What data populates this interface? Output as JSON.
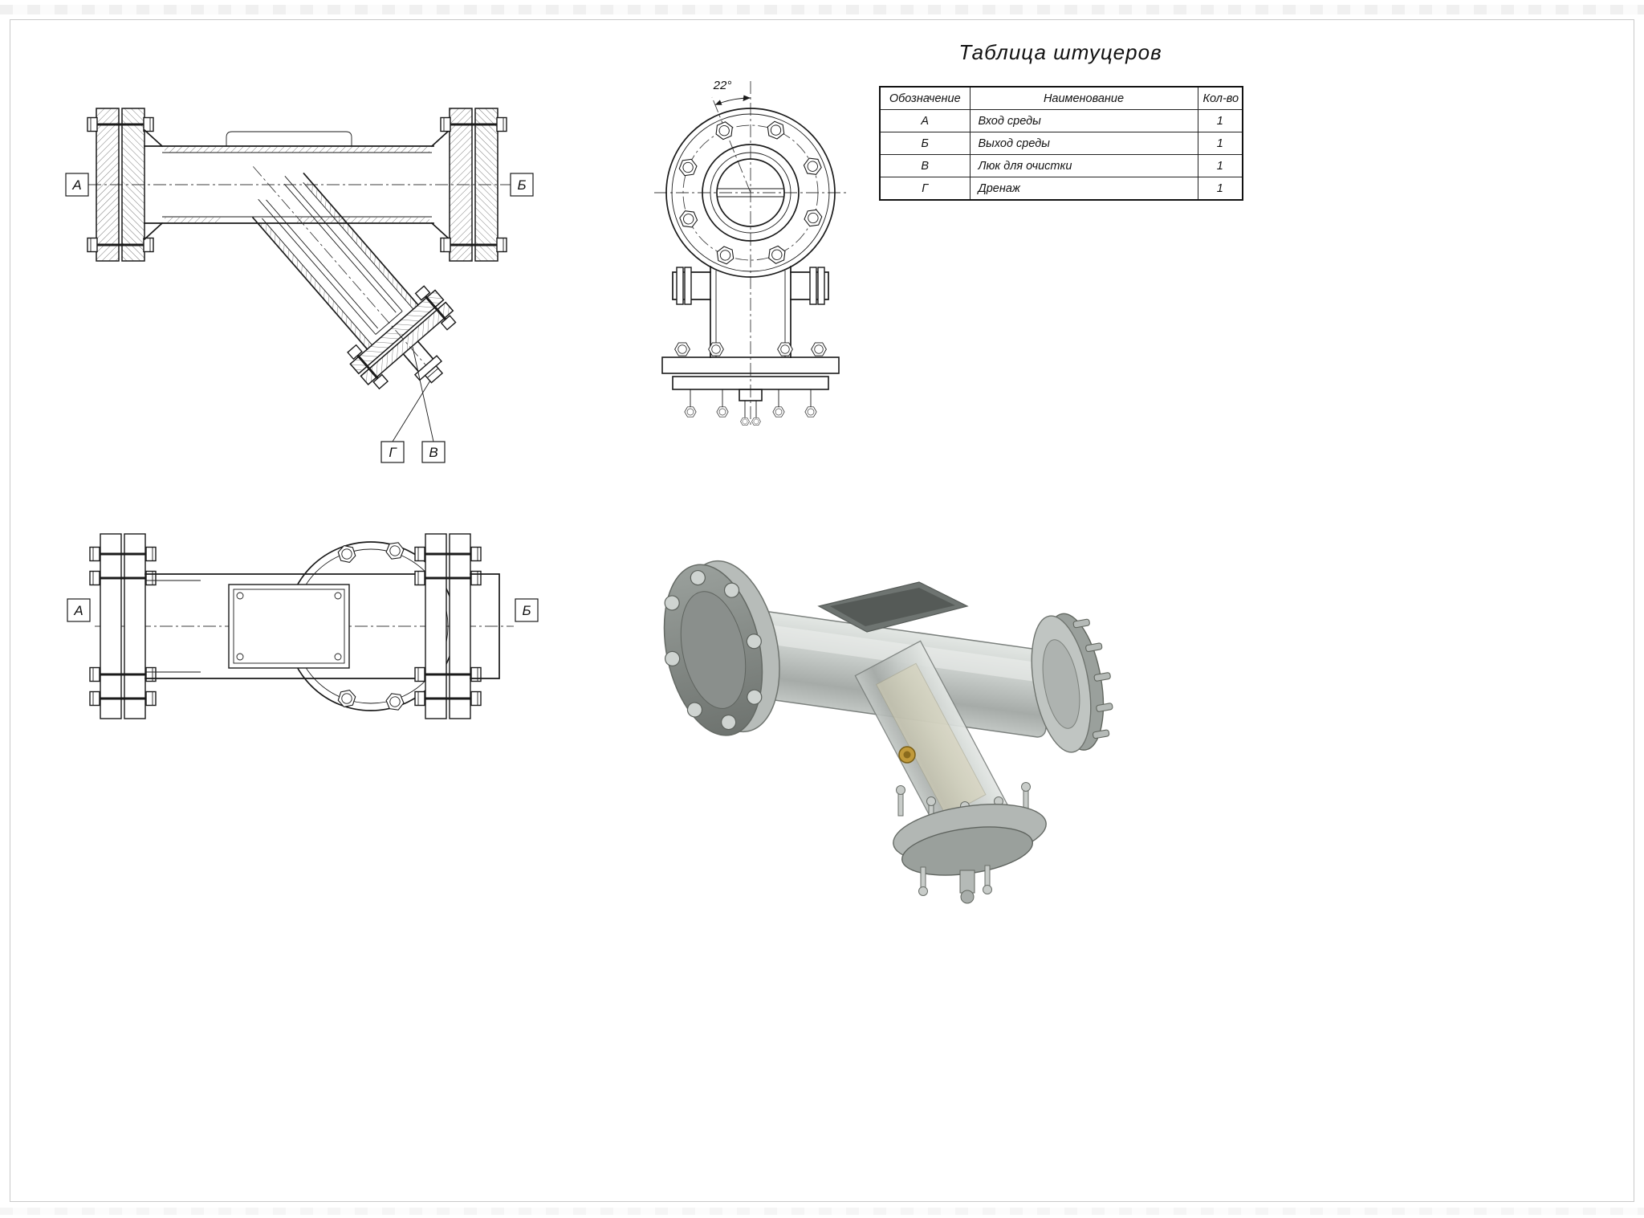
{
  "table": {
    "title": "Таблица штуцеров",
    "headers": {
      "designation": "Обозначение",
      "name": "Наименование",
      "qty": "Кол-во"
    },
    "rows": [
      {
        "designation": "А",
        "name": "Вход среды",
        "qty": "1"
      },
      {
        "designation": "Б",
        "name": "Выход среды",
        "qty": "1"
      },
      {
        "designation": "В",
        "name": "Люк для очистки",
        "qty": "1"
      },
      {
        "designation": "Г",
        "name": "Дренаж",
        "qty": "1"
      }
    ]
  },
  "front_view": {
    "label_left": "А",
    "label_right": "Б",
    "label_drain": "Г",
    "label_hatch": "В"
  },
  "side_view": {
    "angle_dim": "22°"
  },
  "plan_view": {
    "label_left": "А",
    "label_right": "Б"
  },
  "colors": {
    "line": "#1a1a1a",
    "steel_light": "#c9cecb",
    "steel_dark": "#8f948f",
    "brass": "#c19a3a"
  }
}
